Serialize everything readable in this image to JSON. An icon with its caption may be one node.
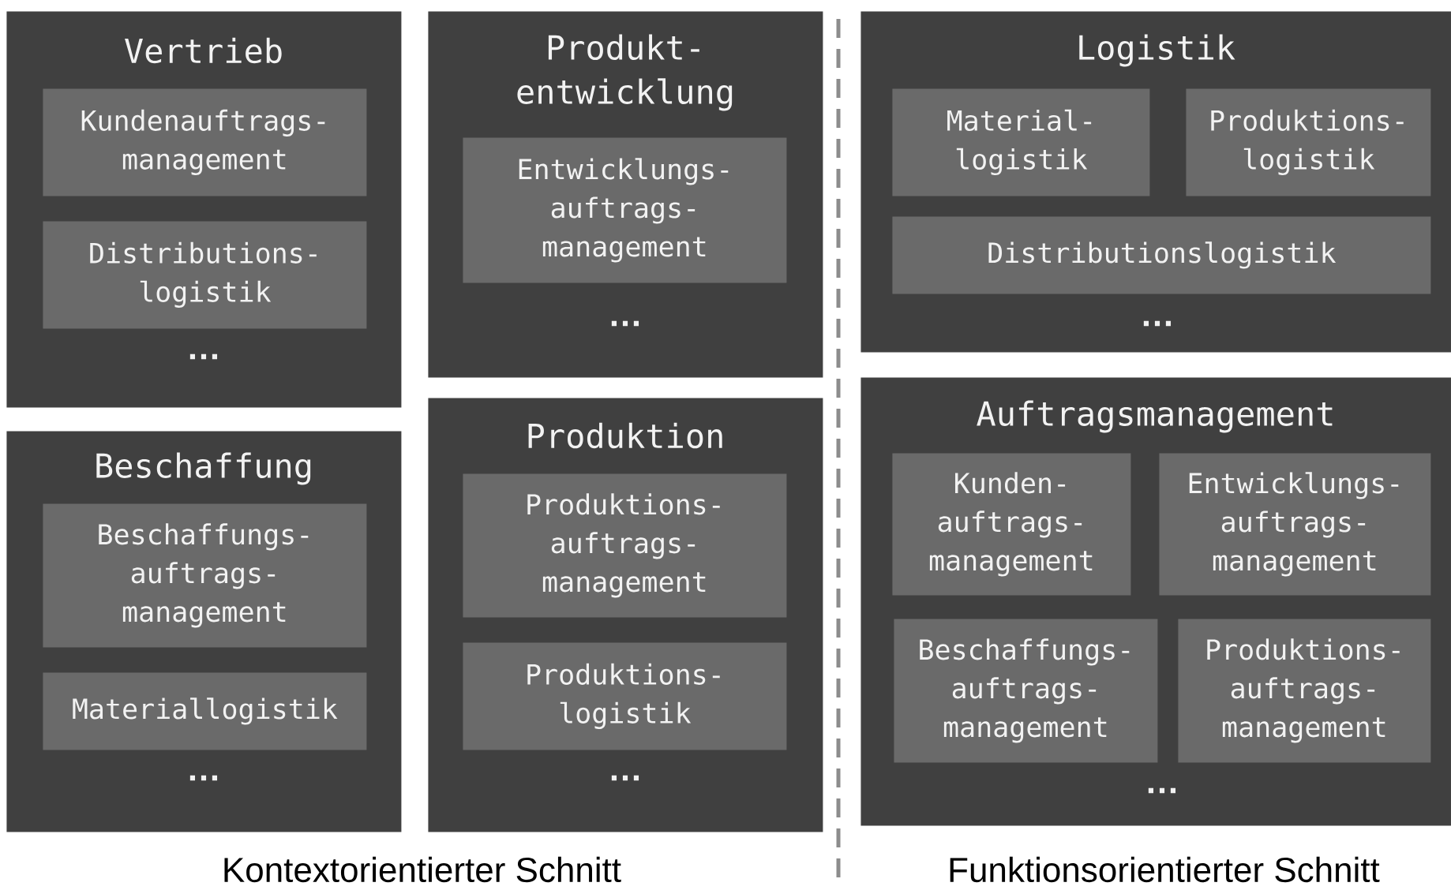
{
  "diagram": {
    "nodes": [
      {
        "text": [
          "Vertrieb"
        ]
      },
      {
        "text": [
          "Kundenauftrags- management"
        ],
        "in": 0
      },
      {
        "text": [
          "Distributions- logistik"
        ],
        "in": 0
      },
      {
        "text": [
          "Beschaffung"
        ]
      },
      {
        "text": [
          "Beschaffungs- auftrags- management"
        ],
        "in": 3
      },
      {
        "text": [
          "Materiallogistik"
        ],
        "in": 3
      },
      {
        "text": [
          "Produkt- entwicklung"
        ]
      },
      {
        "text": [
          "Entwicklungs- auftrags- management"
        ],
        "in": 6
      },
      {
        "text": [
          "Produktion"
        ]
      },
      {
        "text": [
          "Produktions- auftrags- management"
        ],
        "in": 8
      },
      {
        "text": [
          "Produktions- logistik"
        ],
        "in": 8
      },
      {
        "text": [
          "Logistik"
        ]
      },
      {
        "text": [
          "Material- logistik"
        ],
        "in": 11
      },
      {
        "text": [
          "Produktions- logistik"
        ],
        "in": 11
      },
      {
        "text": [
          "Distributionslogistik"
        ],
        "in": 11
      },
      {
        "text": [
          "Auftragsmanagement"
        ]
      },
      {
        "text": [
          "Kunden- auftrags- management"
        ],
        "in": 15
      },
      {
        "text": [
          "Entwicklungs- auftrags- management"
        ],
        "in": 15
      },
      {
        "text": [
          "Beschaffungs- auftrags- management"
        ],
        "in": 15
      },
      {
        "text": [
          "Produktions- auftrags- management"
        ],
        "in": 15
      }
    ],
    "labels": [
      "…",
      "…",
      "…",
      "…",
      "…",
      "…",
      "Kontextorientierter Schnitt",
      "Funktionsorientierter Schnitt"
    ]
  }
}
